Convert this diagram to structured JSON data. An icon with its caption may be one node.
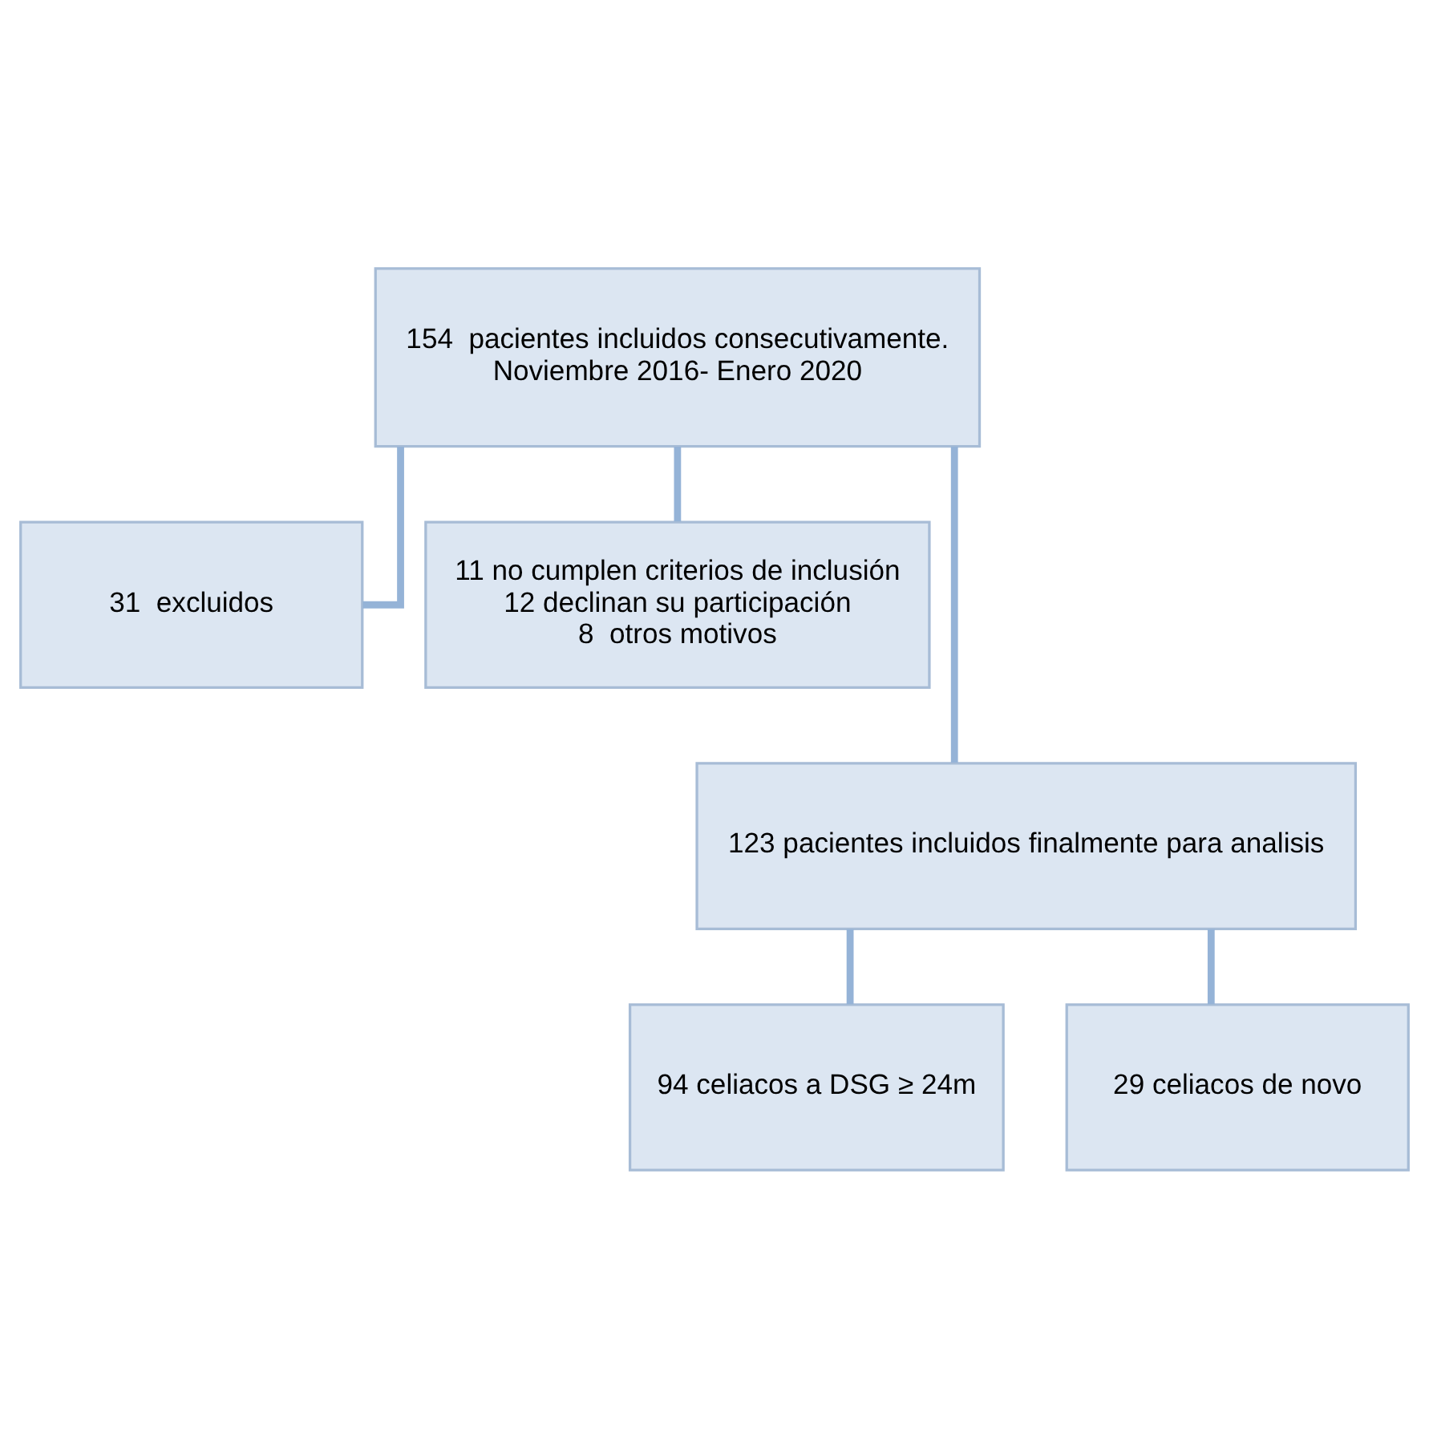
{
  "diagram": {
    "nodes": [
      {
        "text": [
          "154  pacientes incluidos consecutivamente.",
          "Noviembre 2016- Enero 2020"
        ]
      },
      {
        "text": [
          "31  excluidos"
        ]
      },
      {
        "text": [
          "11 no cumplen criterios de inclusión",
          "12 declinan su participación",
          "8  otros motivos"
        ]
      },
      {
        "text": [
          "123 pacientes incluidos finalmente para analisis"
        ]
      },
      {
        "text": [
          "94 celiacos a DSG ≥ 24m"
        ]
      },
      {
        "text": [
          "29 celiacos de novo"
        ]
      }
    ],
    "edges": [
      {
        "from": 0,
        "to": 1,
        "arrow": "none"
      },
      {
        "from": 0,
        "to": 2,
        "arrow": "none"
      },
      {
        "from": 0,
        "to": 3,
        "arrow": "none"
      },
      {
        "from": 3,
        "to": 4,
        "arrow": "none"
      },
      {
        "from": 3,
        "to": 5,
        "arrow": "none"
      }
    ]
  }
}
